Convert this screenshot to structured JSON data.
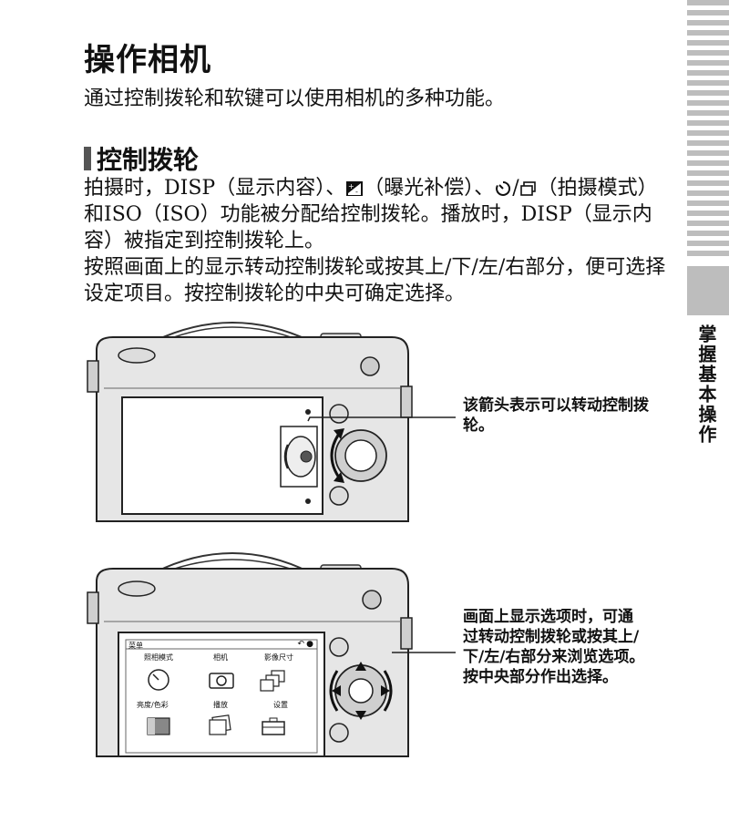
{
  "page": {
    "title": "操作相机",
    "intro": "通过控制拨轮和软键可以使用相机的多种功能。"
  },
  "section": {
    "heading": "控制拨轮",
    "para1_a": "拍摄时，DISP（显示内容）、",
    "para1_b": "（曝光补偿）、",
    "para1_c": "/",
    "para1_d": "（拍摄模式）和ISO（ISO）功能被分配给控制拨轮。播放时，DISP（显示内容）被指定到控制拨轮上。",
    "para2": "按照画面上的显示转动控制拨轮或按其上/下/左/右部分，便可选择设定项目。按控制拨轮的中央可确定选择。"
  },
  "sidebar": {
    "label": "掌握基本操作"
  },
  "figure1": {
    "callout": "该箭头表示可以转动控制拨轮。"
  },
  "figure2": {
    "callout": "画面上显示选项时，可通过转动控制拨轮或按其上/下/左/右部分来浏览选项。按中央部分作出选择。",
    "screen": {
      "header": "菜单",
      "items": [
        {
          "label": "照相模式",
          "icon": "camera-mode-dial-icon"
        },
        {
          "label": "相机",
          "icon": "camera-icon"
        },
        {
          "label": "影像尺寸",
          "icon": "image-size-icon"
        },
        {
          "label": "亮度/色彩",
          "icon": "brightness-color-icon"
        },
        {
          "label": "播放",
          "icon": "playback-icon"
        },
        {
          "label": "设置",
          "icon": "setup-toolbox-icon"
        }
      ]
    }
  },
  "icons": {
    "exposure": "exposure-compensation-icon",
    "self_timer": "self-timer-icon",
    "continuous": "continuous-shooting-icon"
  }
}
